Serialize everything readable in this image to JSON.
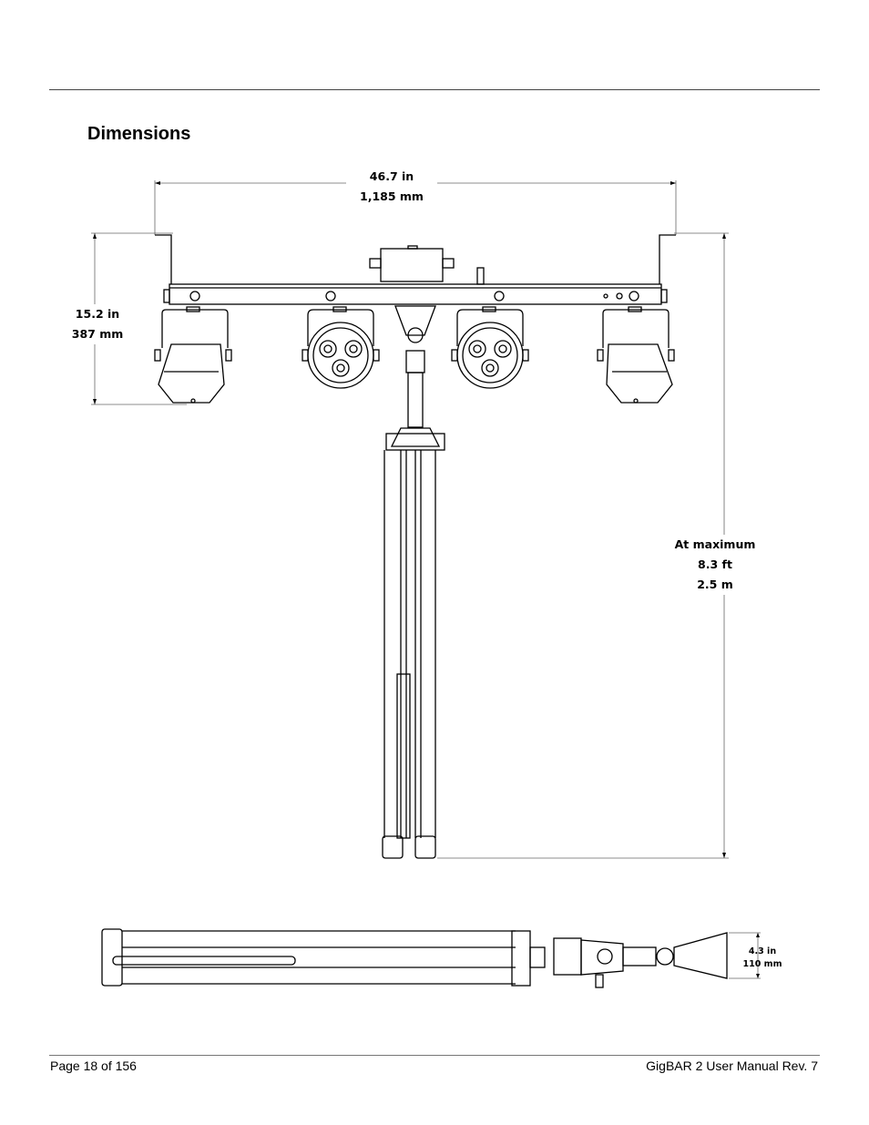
{
  "section": {
    "title": "Dimensions"
  },
  "dimensions": {
    "width": {
      "imperial": "46.7 in",
      "metric": "1,185 mm"
    },
    "fixture_height": {
      "imperial": "15.2 in",
      "metric": "387 mm"
    },
    "max_height": {
      "qualifier": "At maximum",
      "imperial": "8.3 ft",
      "metric": "2.5 m"
    },
    "folded_depth": {
      "imperial": "4.3 in",
      "metric": "110 mm"
    }
  },
  "footer": {
    "page": "Page 18 of 156",
    "document": "GigBAR 2 User Manual Rev. 7"
  }
}
